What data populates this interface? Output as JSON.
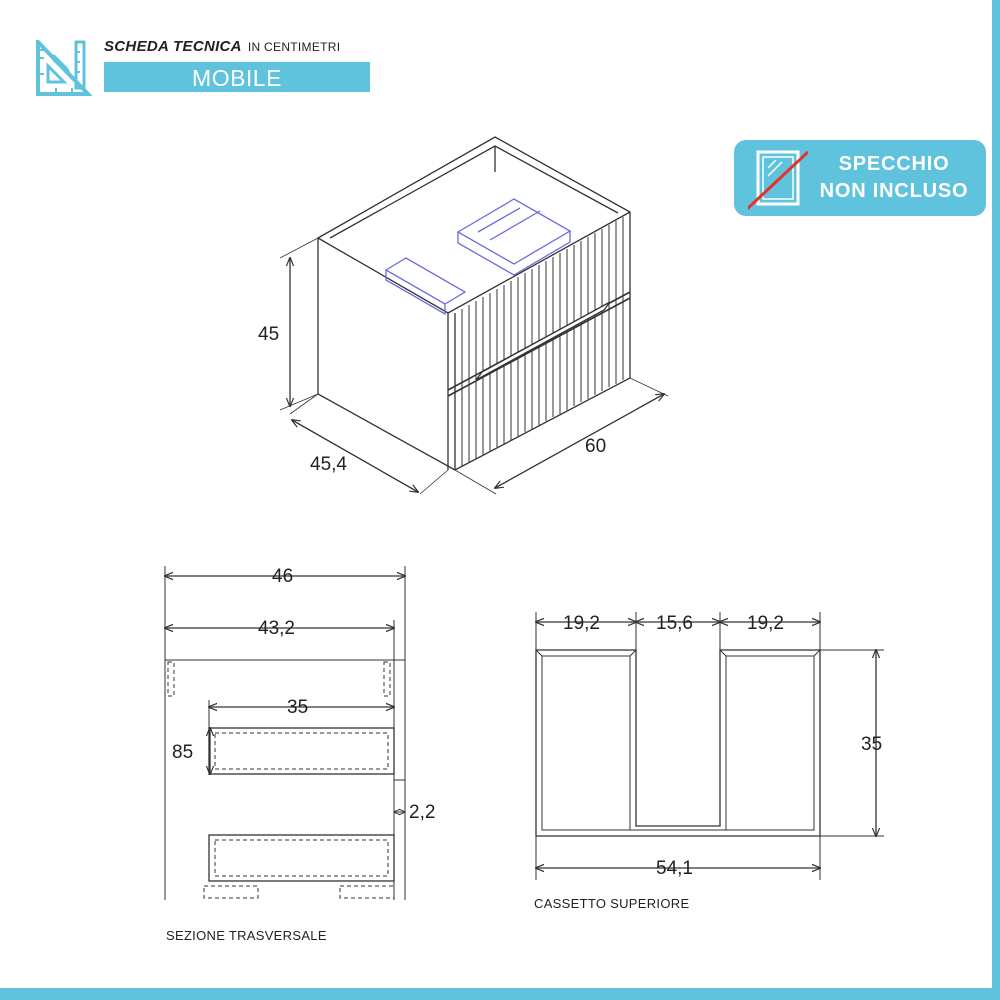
{
  "header": {
    "title": "SCHEDA TECNICA",
    "unit": "IN CENTIMETRI",
    "product": "MOBILE",
    "icon": "ruler-pencil-icon"
  },
  "badge": {
    "line1": "SPECCHIO",
    "line2": "NON INCLUSO",
    "icon": "crossed-mirror-icon"
  },
  "colors": {
    "accent": "#5fc3de",
    "line": "#333333",
    "drawer_inner": "#6b6be0"
  },
  "view_3d": {
    "height": "45",
    "depth": "45,4",
    "width": "60"
  },
  "cross_section": {
    "caption": "SEZIONE TRASVERSALE",
    "outer_width": "46",
    "inner_width": "43,2",
    "drawer_width": "35",
    "drawer_height": "85",
    "gap": "2,2"
  },
  "top_drawer": {
    "caption": "CASSETTO SUPERIORE",
    "left_width": "19,2",
    "middle_width": "15,6",
    "right_width": "19,2",
    "height": "35",
    "total_width": "54,1"
  }
}
